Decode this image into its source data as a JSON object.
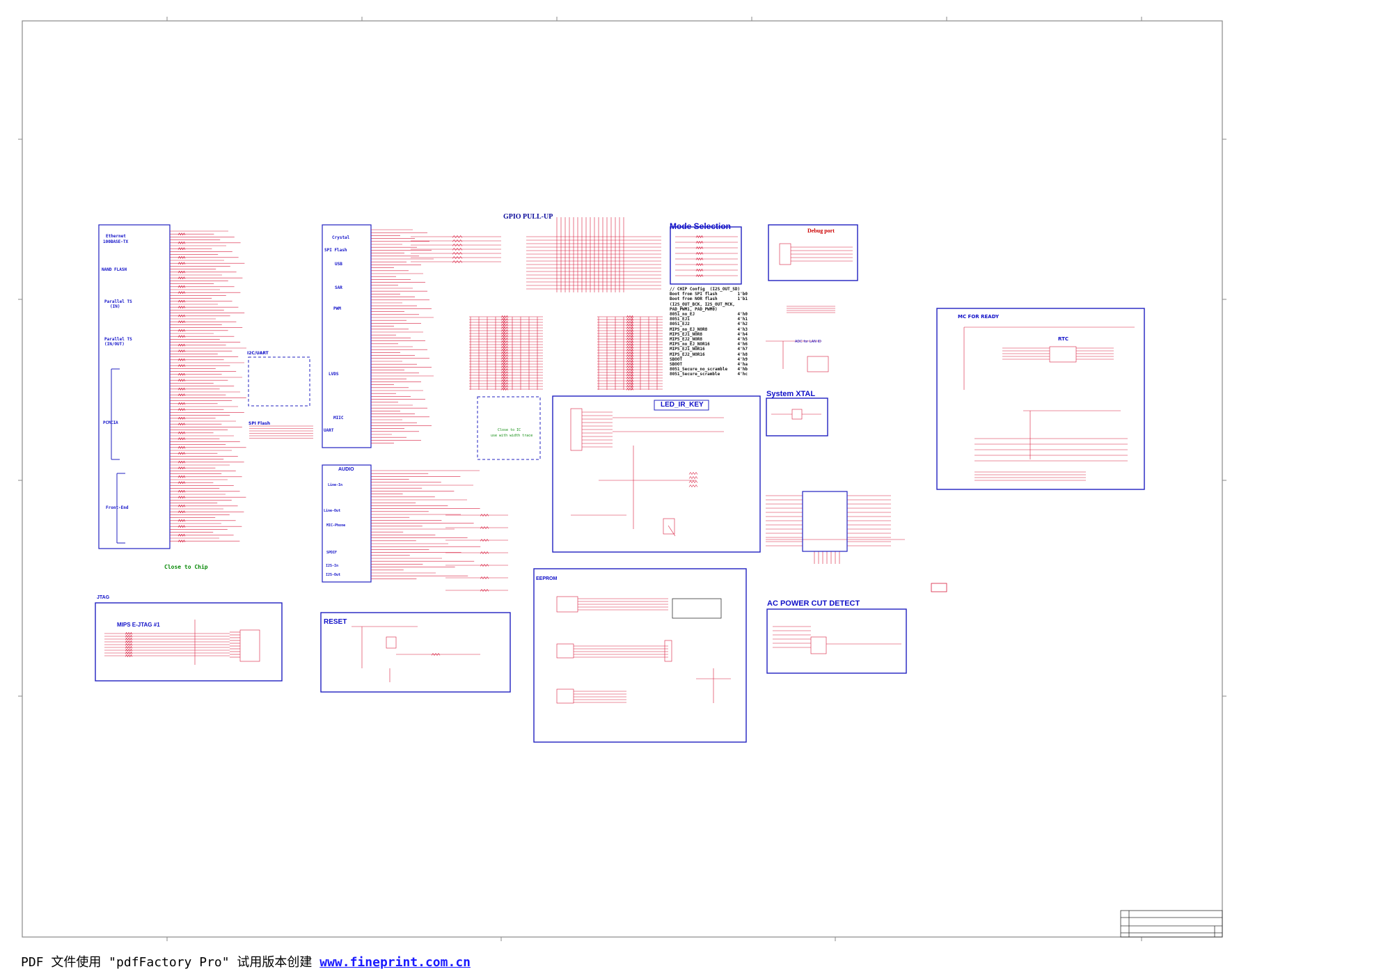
{
  "sections": {
    "gpio_pullup": "GPIO PULL-UP",
    "mode_selection": "Mode Selection",
    "debug_port": "Debug port",
    "mc_for_ready": "MC FOR READY",
    "rtc": "RTC",
    "system_xtal": "System XTAL",
    "led_ir_key": "LED_IR_KEY",
    "ac_power_cut_detect": "AC POWER CUT DETECT",
    "eeprom": "EEPROM",
    "reset": "RESET",
    "jtag": "JTAG",
    "mips_ejtag": "MIPS E-JTAG #1",
    "audio": "AUDIO",
    "i2c_uart": "I2C/UART",
    "spi_flash": "SPI Flash",
    "close_to_chip": "Close to Chip",
    "close_to_ic": "Close to IC",
    "width_trace": "use with width trace",
    "adc_lan": "ADC for LAN ID"
  },
  "left_block_labels": [
    "Ethernet",
    "100BASE-TX",
    "NAND FLASH",
    "Parallel TS",
    "(IN)",
    "Parallel TS",
    "(IN/OUT)",
    "PCMCIA",
    "Front-End"
  ],
  "mid_block_labels": [
    "Crystal",
    "SPI Flash",
    "USB",
    "SAR",
    "PWM",
    "LVDS",
    "MIIC",
    "UART"
  ],
  "audio_block_labels": [
    "Line-In",
    "Line-Out",
    "MIC-Phone",
    "SPDIF",
    "I2S-In",
    "I2S-Out"
  ],
  "mode_config": [
    "// CHIP Config  (I2S_OUT_SD)",
    "Boot from SPI flash        1'b0",
    "Boot from NOR flash        1'b1",
    "(I2S_OUT_BCK, I2S_OUT_MCK,",
    "PAD_PWM1, PAD_PWM0)",
    "8051_no_EJ                 4'h0",
    "8051_EJ1                   4'h1",
    "8051_EJ2                   4'h2",
    "MIPS_no_EJ_NOR8            4'h3",
    "MIPS_EJ1_NOR8              4'h4",
    "MIPS_EJ2_NOR8              4'h5",
    "MIPS_no_EJ_NOR16           4'h6",
    "MIPS_EJ1_NOR16             4'h7",
    "MIPS_EJ2_NOR16             4'h8",
    "SBOOT                      4'h9",
    "SBOOT                      4'ha",
    "8051_Secure_no_scramble    4'hb",
    "8051_Secure_scramble       4'hc"
  ],
  "footer": {
    "prefix": "PDF 文件使用 \"pdfFactory Pro\" 试用版本创建 ",
    "link": "www.fineprint.com.cn"
  },
  "colors": {
    "wire": "#d81b3c",
    "frame": "#2020c0",
    "title": "#1010c8",
    "border": "#888888"
  }
}
